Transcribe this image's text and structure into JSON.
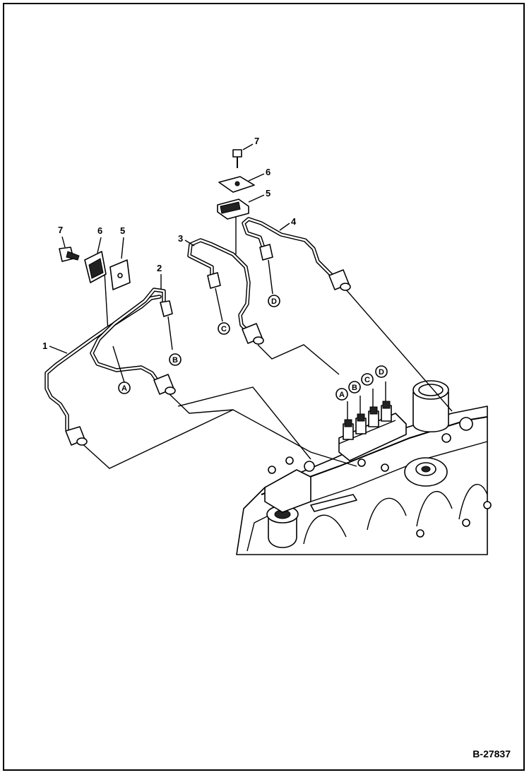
{
  "figure_id": "B-27837",
  "part_labels": {
    "p1": "1",
    "p2": "2",
    "p3": "3",
    "p4": "4",
    "p5": "5",
    "p6": "6",
    "p7": "7"
  },
  "connection_labels": {
    "a": "A",
    "b": "B",
    "c": "C",
    "d": "D"
  }
}
